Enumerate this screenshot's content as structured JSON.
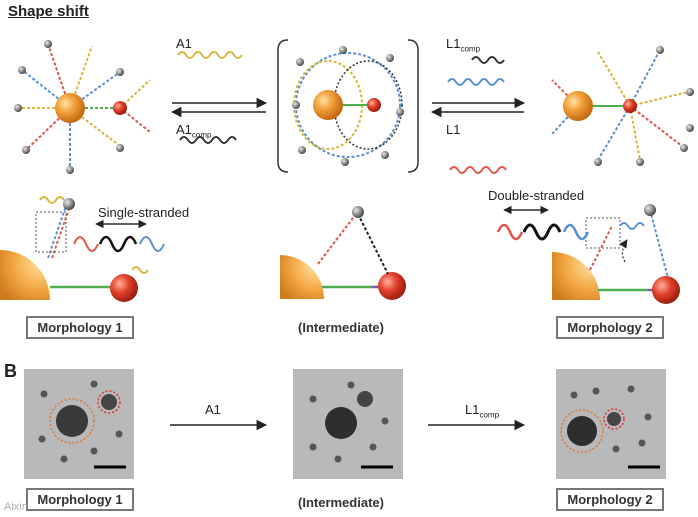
{
  "title": "Shape shift",
  "panel_b_label": "B",
  "reactions_top": {
    "a1": "A1",
    "a1comp_main": "A1",
    "a1comp_sub": "comp",
    "l1comp_main": "L1",
    "l1comp_sub": "comp",
    "l1": "L1"
  },
  "mid_row": {
    "single_stranded": "Single-stranded",
    "double_stranded": "Double-stranded",
    "morphology1": "Morphology 1",
    "intermediate": "(Intermediate)",
    "morphology2": "Morphology 2"
  },
  "panel_b": {
    "arrow1_label": "A1",
    "arrow2_main": "L1",
    "arrow2_sub": "comp",
    "morphology1": "Morphology 1",
    "intermediate": "(Intermediate)",
    "morphology2": "Morphology 2"
  },
  "watermark": "Aixin"
}
